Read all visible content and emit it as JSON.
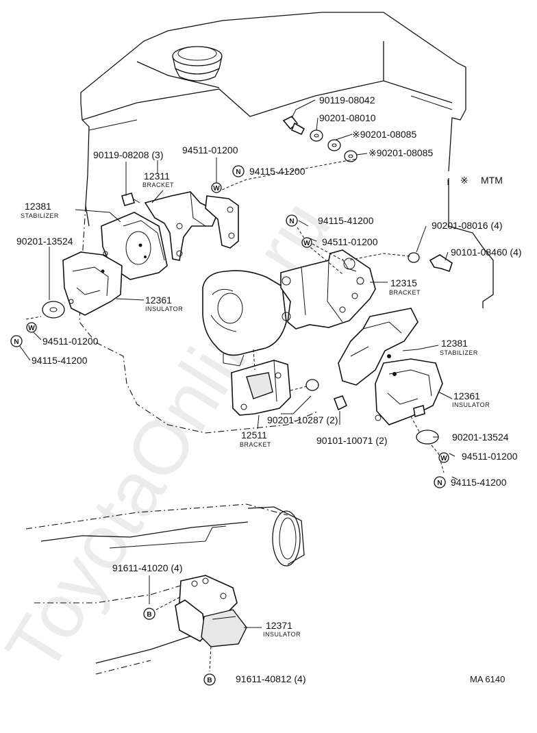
{
  "watermark": "ToyotaOnline.ru",
  "legend": {
    "symbol": "※",
    "text": "MTM"
  },
  "figure_code": "MA 6140",
  "callouts": {
    "c01": {
      "number": "90119-08042"
    },
    "c02": {
      "number": "90201-08010"
    },
    "c03": {
      "number": "※90201-08085"
    },
    "c04": {
      "number": "※90201-08085"
    },
    "c05": {
      "number": "90119-08208 (3)"
    },
    "c06": {
      "number": "94511-01200"
    },
    "c07": {
      "number": "94115-41200",
      "badge": "N"
    },
    "c08": {
      "number": "12311",
      "desc": "BRACKET"
    },
    "c09": {
      "number": "12381",
      "desc": "STABILIZER"
    },
    "c10": {
      "number": "90201-13524"
    },
    "c11": {
      "number": "12361",
      "desc": "INSULATOR"
    },
    "c12": {
      "number": "94511-01200",
      "badge": "W"
    },
    "c13": {
      "number": "94115-41200",
      "badge": "N"
    },
    "c14": {
      "number": "94115-41200",
      "badge": "N"
    },
    "c15": {
      "number": "94511-01200",
      "badge": "W"
    },
    "c16": {
      "number": "90201-08016 (4)"
    },
    "c17": {
      "number": "90101-08460 (4)"
    },
    "c18": {
      "number": "12315",
      "desc": "BRACKET"
    },
    "c19": {
      "number": "12381",
      "desc": "STABILIZER"
    },
    "c20": {
      "number": "12361",
      "desc": "INSULATOR"
    },
    "c21": {
      "number": "90201-13524"
    },
    "c22": {
      "number": "94511-01200",
      "badge": "W"
    },
    "c23": {
      "number": "94115-41200",
      "badge": "N"
    },
    "c24": {
      "number": "90201-10287 (2)"
    },
    "c25": {
      "number": "12511",
      "desc": "BRACKET"
    },
    "c26": {
      "number": "90101-10071 (2)"
    },
    "c27": {
      "number": "91611-41020 (4)",
      "badge": "B"
    },
    "c28": {
      "number": "12371",
      "desc": "INSULATOR"
    },
    "c29": {
      "number": "91611-40812 (4)",
      "badge": "B"
    }
  }
}
